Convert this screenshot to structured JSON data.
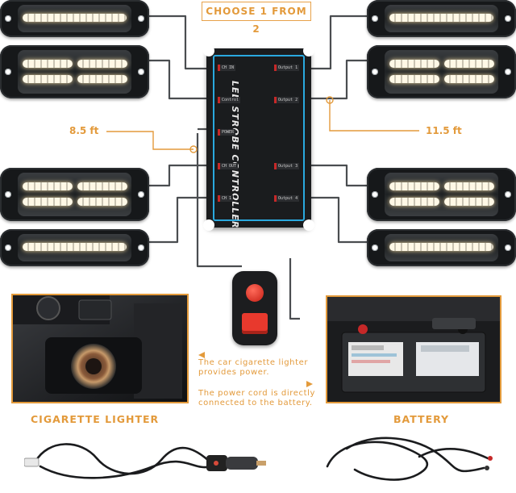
{
  "header": {
    "choose": "CHOOSE 1 FROM 2"
  },
  "controller": {
    "title": "LED STROBE CONTROLLER",
    "ports_left": [
      "CH IN",
      "Control",
      "POWER",
      "CH OUT",
      "CH 1"
    ],
    "ports_right": [
      "Output 1",
      "Output 2",
      "Output 3",
      "Output 4"
    ]
  },
  "cables": {
    "left_length": "8.5 ft",
    "right_length": "11.5 ft"
  },
  "captions": {
    "cigarette": "The car cigarette lighter provides power.",
    "battery": "The power cord is directly connected to the battery."
  },
  "labels": {
    "cigarette": "CIGARETTE LIGHTER",
    "battery": "BATTERY"
  },
  "colors": {
    "accent": "#e39a3b",
    "controller_frame": "#2aa9df",
    "switch_red": "#e8392d"
  },
  "icons": [
    "strobe-light-bar-icon",
    "rocker-switch-icon",
    "cigarette-plug-icon",
    "battery-clamp-icon"
  ]
}
